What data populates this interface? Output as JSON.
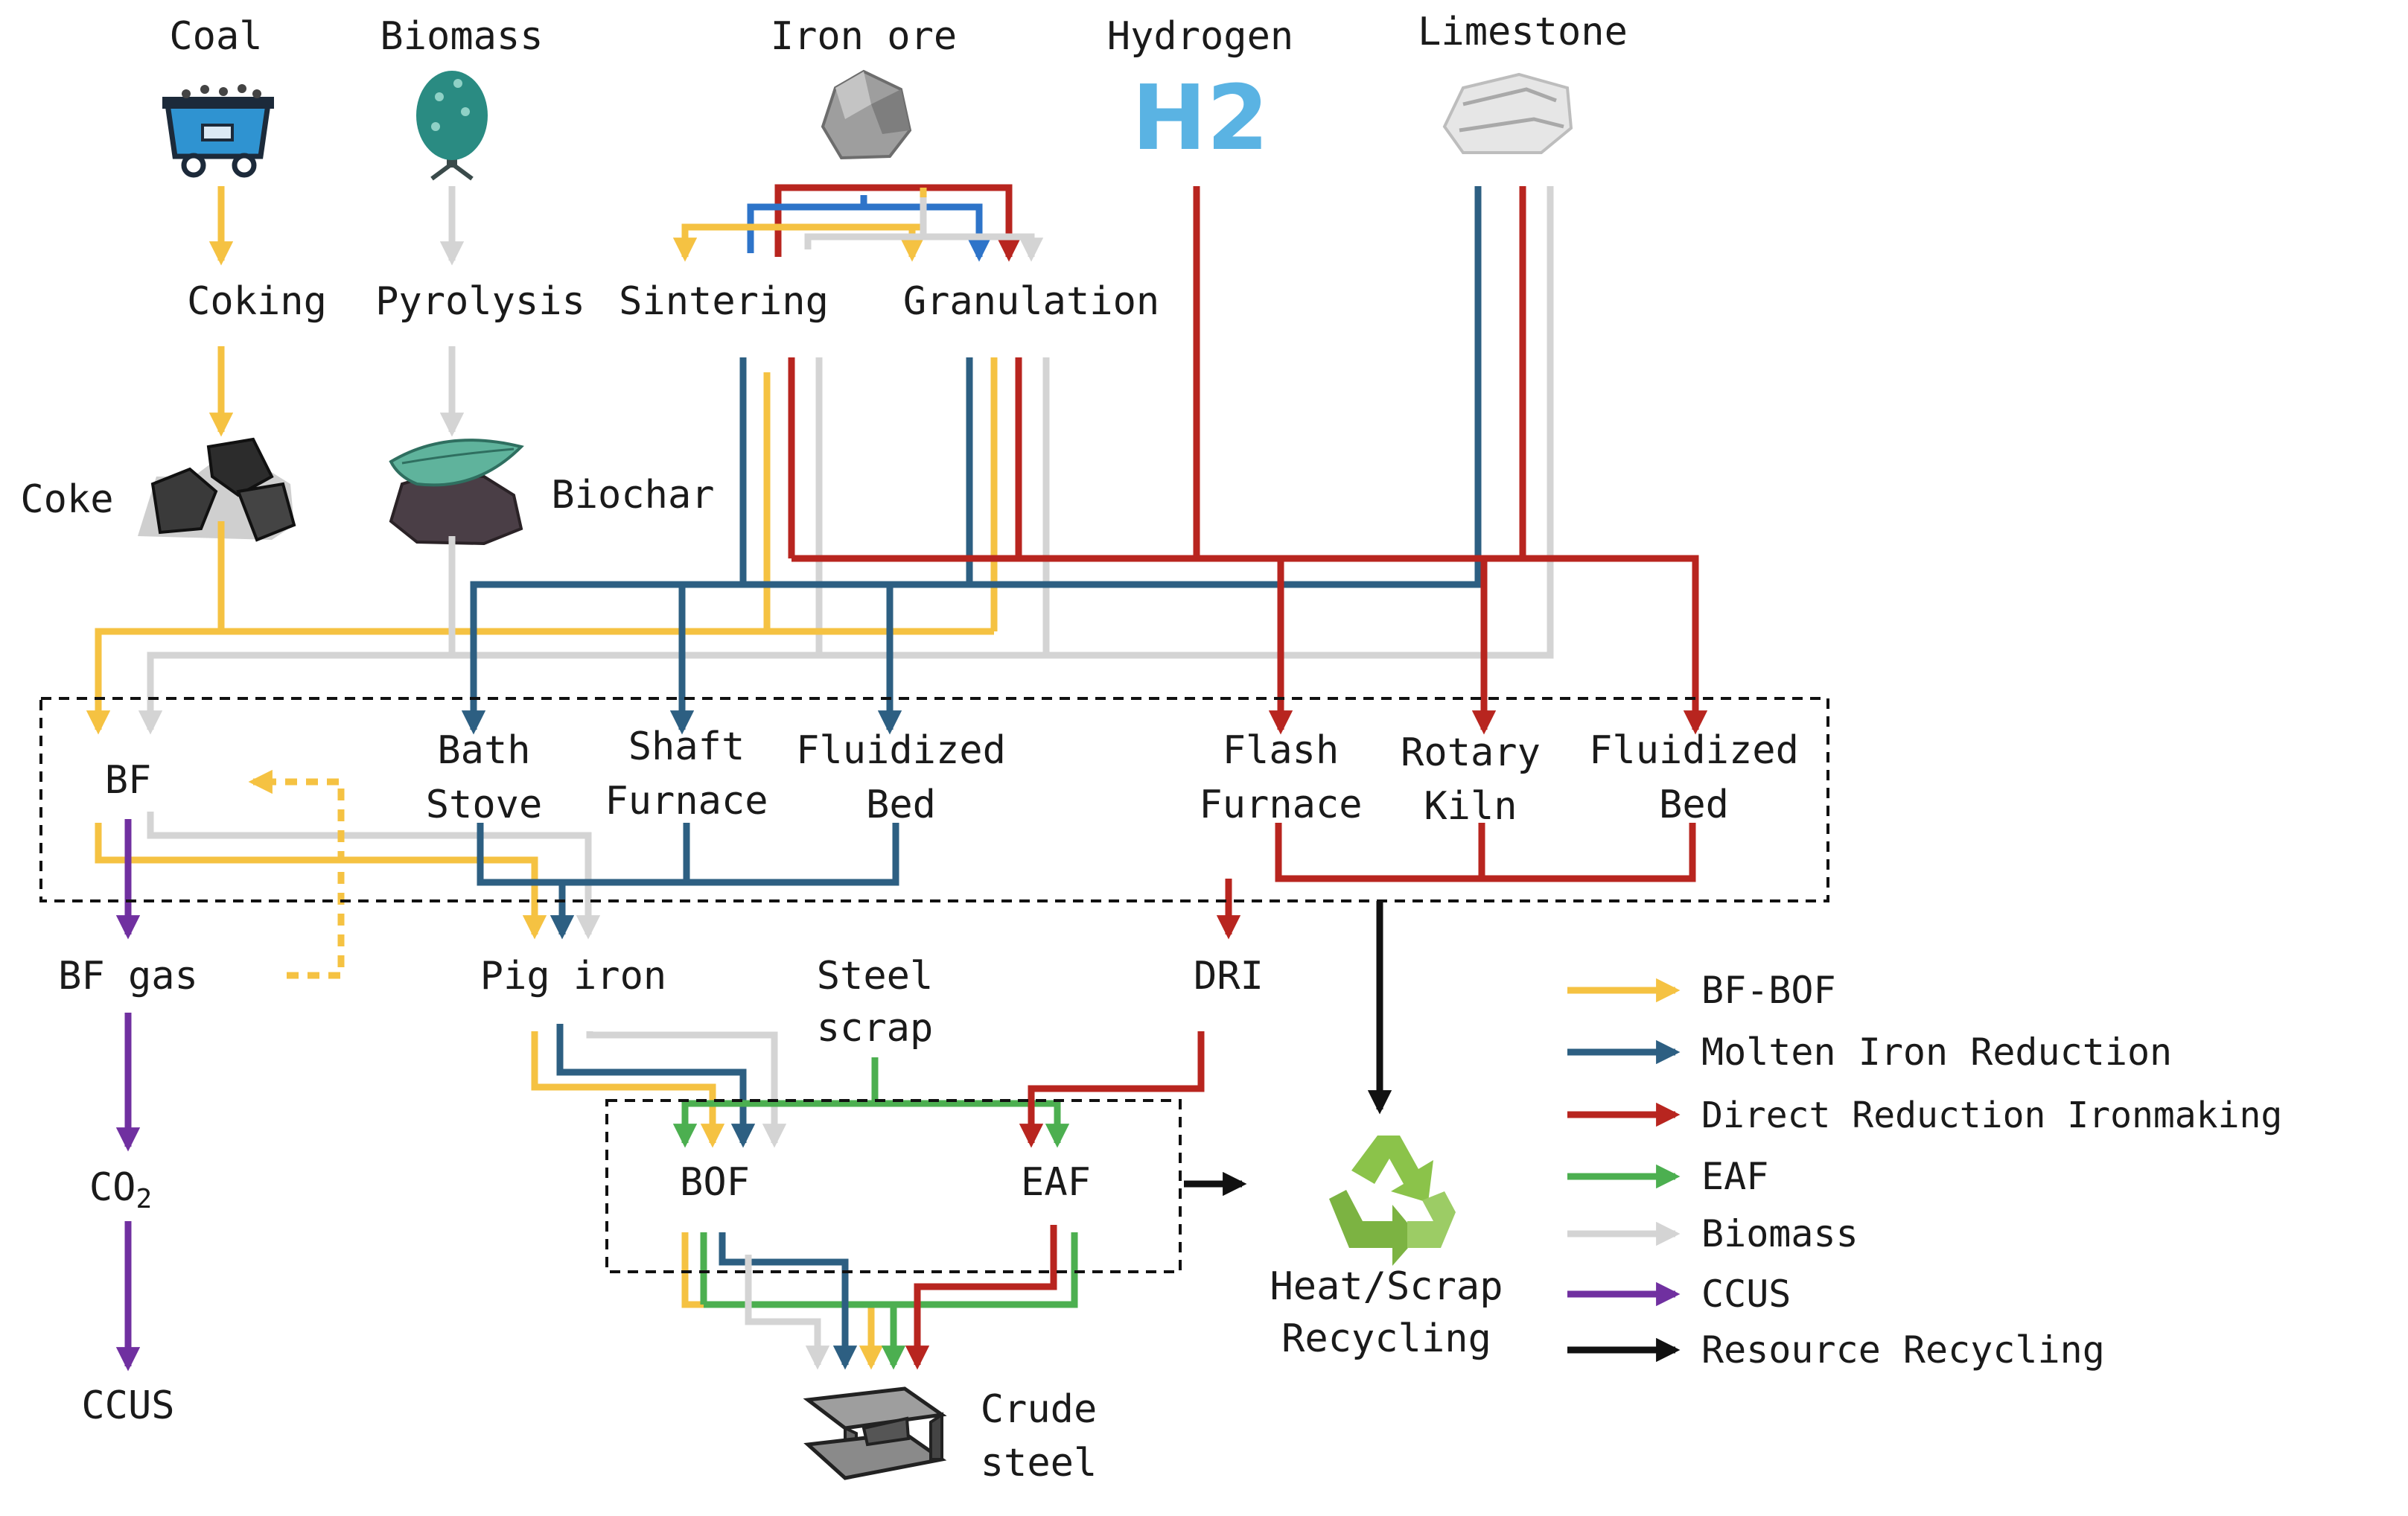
{
  "colors": {
    "bf_bof": "#f5c242",
    "molten": "#2d5f82",
    "dri": "#b8251f",
    "eaf": "#4caf50",
    "biomass": "#d4d4d4",
    "ccus": "#7030a0",
    "resource": "#111111",
    "sinter_blue": "#2e74c9"
  },
  "inputs": {
    "coal": "Coal",
    "biomass": "Biomass",
    "iron_ore": "Iron ore",
    "hydrogen": "Hydrogen",
    "limestone": "Limestone",
    "h2_symbol": "H2"
  },
  "processes": {
    "coking": "Coking",
    "pyrolysis": "Pyrolysis",
    "sintering": "Sintering",
    "granulation": "Granulation",
    "coke": "Coke",
    "biochar": "Biochar"
  },
  "furnaces": {
    "bf": "BF",
    "bath_stove_1": "Bath",
    "bath_stove_2": "Stove",
    "shaft_furnace_1": "Shaft",
    "shaft_furnace_2": "Furnace",
    "fluidized_bed_1": "Fluidized",
    "fluidized_bed_2": "Bed",
    "flash_furnace_1": "Flash",
    "flash_furnace_2": "Furnace",
    "rotary_kiln_1": "Rotary",
    "rotary_kiln_2": "Kiln",
    "fluidized_bed_dr_1": "Fluidized",
    "fluidized_bed_dr_2": "Bed"
  },
  "products": {
    "bf_gas": "BF gas",
    "co2": "CO",
    "co2_sub": "2",
    "ccus": "CCUS",
    "pig_iron": "Pig iron",
    "steel_scrap_1": "Steel",
    "steel_scrap_2": "scrap",
    "dri": "DRI",
    "bof": "BOF",
    "eaf": "EAF",
    "crude_steel_1": "Crude",
    "crude_steel_2": "steel",
    "recycling_1": "Heat/Scrap",
    "recycling_2": "Recycling"
  },
  "legend": [
    {
      "label": "BF-BOF",
      "color": "#f5c242"
    },
    {
      "label": "Molten Iron Reduction",
      "color": "#2d5f82"
    },
    {
      "label": "Direct Reduction Ironmaking",
      "color": "#b8251f"
    },
    {
      "label": "EAF",
      "color": "#4caf50"
    },
    {
      "label": "Biomass",
      "color": "#d4d4d4"
    },
    {
      "label": "CCUS",
      "color": "#7030a0"
    },
    {
      "label": "Resource Recycling",
      "color": "#111111"
    }
  ],
  "icons": [
    "coal-cart-icon",
    "tree-icon",
    "iron-ore-icon",
    "hydrogen-icon",
    "limestone-icon",
    "coke-icon",
    "biochar-icon",
    "recycle-icon",
    "steel-beam-icon"
  ]
}
